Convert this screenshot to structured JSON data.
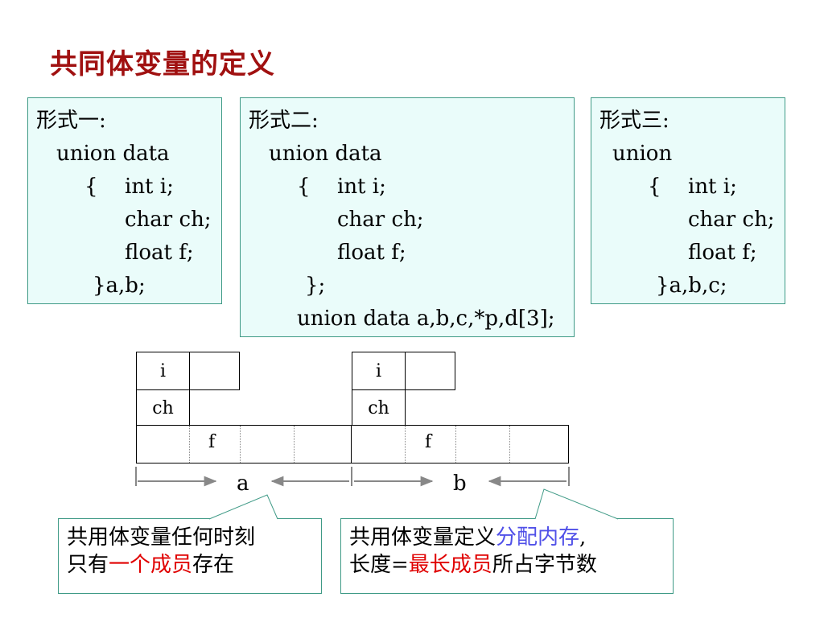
{
  "title": "共同体变量的定义",
  "form1": {
    "heading": "形式一:",
    "lines": [
      "union data",
      "{",
      "int i;",
      "char ch;",
      "float f;",
      "}a,b;"
    ]
  },
  "form2": {
    "heading": "形式二:",
    "lines": [
      "union data",
      "{",
      "int i;",
      "char ch;",
      "float f;",
      "};",
      "union data a,b,c,*p,d[3];"
    ]
  },
  "form3": {
    "heading": "形式三:",
    "lines": [
      "union",
      "{",
      "int i;",
      "char ch;",
      "float f;",
      "}a,b,c;"
    ]
  },
  "memory": {
    "a": {
      "i": "i",
      "ch": "ch",
      "f": "f",
      "label": "a"
    },
    "b": {
      "i": "i",
      "ch": "ch",
      "f": "f",
      "label": "b"
    }
  },
  "note1": {
    "line1": "共用体变量任何时刻",
    "line2_pre": "只有",
    "line2_red": "一个成员",
    "line2_post": "存在"
  },
  "note2": {
    "line1_pre": "共用体变量定义",
    "line1_blue": "分配内存",
    "line1_post": ",",
    "line2_pre": "长度=",
    "line2_red": "最长成员",
    "line2_post": "所占字节数"
  }
}
